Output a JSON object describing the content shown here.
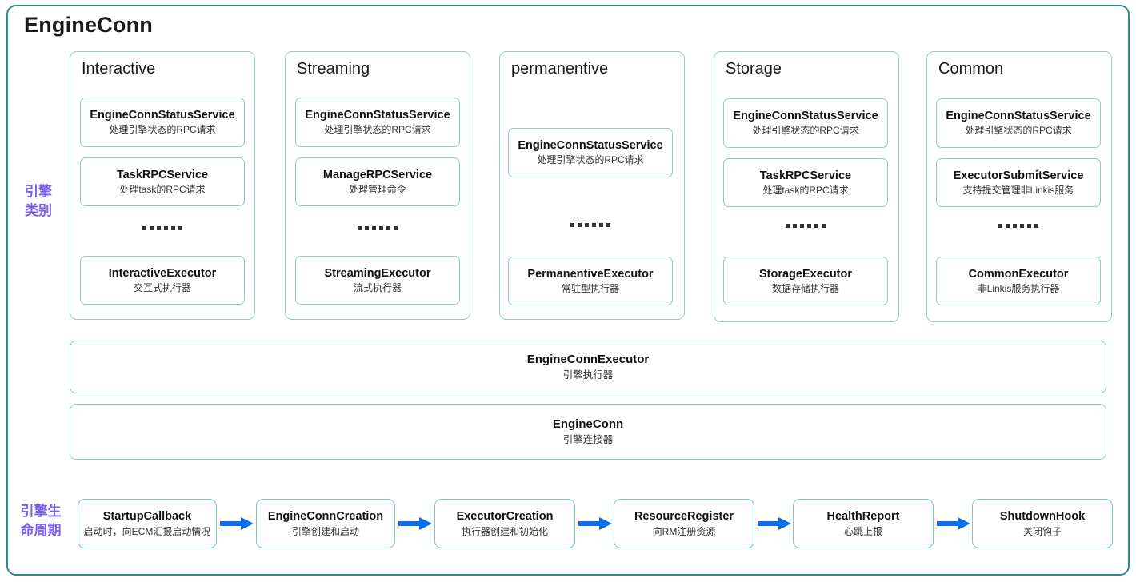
{
  "diagram": {
    "title": "EngineConn",
    "rail_labels": {
      "category": "引擎\n类别",
      "lifecycle": "引擎生\n命周期"
    },
    "ellipsis": "......",
    "colors": {
      "outer_border": "#2e8b8b",
      "box_border": "#8ecac8",
      "rail_text": "#7b5cf5",
      "arrow": "#0a6cf0",
      "text": "#111111"
    }
  },
  "columns": [
    {
      "title": "Interactive",
      "items": [
        {
          "name": "EngineConnStatusService",
          "desc": "处理引擎状态的RPC请求"
        },
        {
          "name": "TaskRPCService",
          "desc": "处理task的RPC请求"
        },
        {
          "name": "InteractiveExecutor",
          "desc": "交互式执行器"
        }
      ]
    },
    {
      "title": "Streaming",
      "items": [
        {
          "name": "EngineConnStatusService",
          "desc": "处理引擎状态的RPC请求"
        },
        {
          "name": "ManageRPCService",
          "desc": "处理管理命令"
        },
        {
          "name": "StreamingExecutor",
          "desc": "流式执行器"
        }
      ]
    },
    {
      "title": "permanentive",
      "items": [
        {
          "name": "EngineConnStatusService",
          "desc": "处理引擎状态的RPC请求"
        },
        {
          "name": "PermanentiveExecutor",
          "desc": "常驻型执行器"
        }
      ]
    },
    {
      "title": "Storage",
      "items": [
        {
          "name": "EngineConnStatusService",
          "desc": "处理引擎状态的RPC请求"
        },
        {
          "name": "TaskRPCService",
          "desc": "处理task的RPC请求"
        },
        {
          "name": "StorageExecutor",
          "desc": "数据存储执行器"
        }
      ]
    },
    {
      "title": "Common",
      "items": [
        {
          "name": "EngineConnStatusService",
          "desc": "处理引擎状态的RPC请求"
        },
        {
          "name": "ExecutorSubmitService",
          "desc": "支持提交管理非Linkis服务"
        },
        {
          "name": "CommonExecutor",
          "desc": "非Linkis服务执行器"
        }
      ]
    }
  ],
  "bars": [
    {
      "name": "EngineConnExecutor",
      "desc": "引擎执行器"
    },
    {
      "name": "EngineConn",
      "desc": "引擎连接器"
    }
  ],
  "lifecycle": [
    {
      "name": "StartupCallback",
      "desc": "启动时，向ECM汇报启动情况"
    },
    {
      "name": "EngineConnCreation",
      "desc": "引擎创建和启动"
    },
    {
      "name": "ExecutorCreation",
      "desc": "执行器创建和初始化"
    },
    {
      "name": "ResourceRegister",
      "desc": "向RM注册资源"
    },
    {
      "name": "HealthReport",
      "desc": "心跳上报"
    },
    {
      "name": "ShutdownHook",
      "desc": "关闭钩子"
    }
  ]
}
